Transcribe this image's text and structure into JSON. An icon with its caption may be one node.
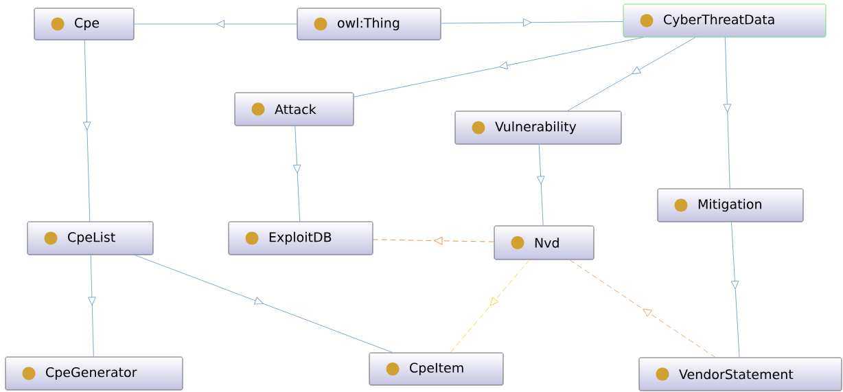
{
  "diagram": {
    "nodes": [
      {
        "text": [
          "Cpe"
        ]
      },
      {
        "text": [
          "owl:Thing"
        ]
      },
      {
        "text": [
          "CyberThreatData"
        ]
      },
      {
        "text": [
          "Attack"
        ]
      },
      {
        "text": [
          "Vulnerability"
        ]
      },
      {
        "text": [
          "Mitigation"
        ]
      },
      {
        "text": [
          "CpeList"
        ]
      },
      {
        "text": [
          "ExploitDB"
        ]
      },
      {
        "text": [
          "Nvd"
        ]
      },
      {
        "text": [
          "CpeGenerator"
        ]
      },
      {
        "text": [
          "CpeItem"
        ]
      },
      {
        "text": [
          "VendorStatement"
        ]
      }
    ],
    "edges": [
      {
        "from": 1,
        "to": 0,
        "arrow": "to"
      },
      {
        "from": 1,
        "to": 2,
        "arrow": "to"
      },
      {
        "from": 2,
        "to": 3,
        "arrow": "to"
      },
      {
        "from": 2,
        "to": 4,
        "arrow": "to"
      },
      {
        "from": 2,
        "to": 5,
        "arrow": "to"
      },
      {
        "from": 0,
        "to": 6,
        "arrow": "to"
      },
      {
        "from": 3,
        "to": 7,
        "arrow": "to"
      },
      {
        "from": 4,
        "to": 8,
        "arrow": "to"
      },
      {
        "from": 5,
        "to": 11,
        "arrow": "to"
      },
      {
        "from": 6,
        "to": 9,
        "arrow": "to"
      },
      {
        "from": 6,
        "to": 10,
        "arrow": "to"
      },
      {
        "from": 8,
        "to": 7,
        "arrow": "to",
        "style": "dashed",
        "color": "#e8893c"
      },
      {
        "from": 8,
        "to": 10,
        "arrow": "to",
        "style": "dashed",
        "color": "#f2d22e"
      },
      {
        "from": 11,
        "to": 8,
        "arrow": "to",
        "style": "dashed",
        "color": "#e0a365"
      }
    ]
  }
}
